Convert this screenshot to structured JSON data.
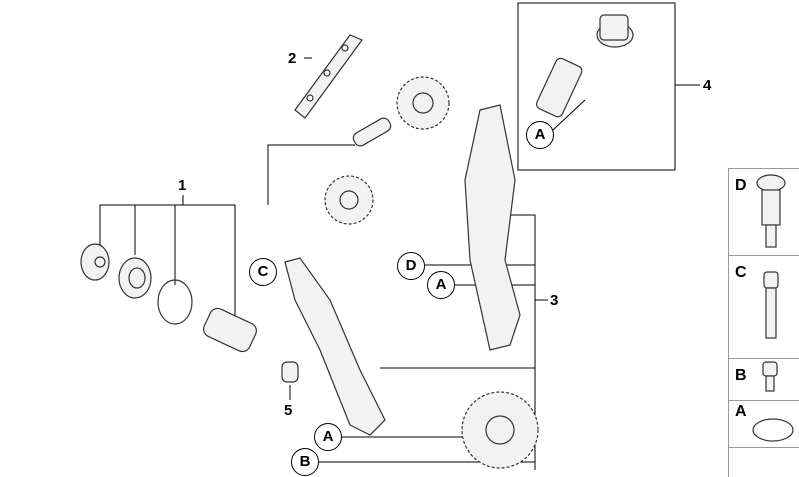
{
  "diagram": {
    "part_numbers": [
      "1",
      "2",
      "3",
      "4",
      "5"
    ],
    "callouts": {
      "a_top": "A",
      "d_mid": "D",
      "a_mid": "A",
      "c_left": "C",
      "a_bottom": "A",
      "b_bottom": "B"
    },
    "side_panel": [
      {
        "letter": "D",
        "item": "collar-screw"
      },
      {
        "letter": "C",
        "item": "hex-bolt"
      },
      {
        "letter": "B",
        "item": "short-bolt"
      },
      {
        "letter": "A",
        "item": "o-ring"
      }
    ]
  }
}
